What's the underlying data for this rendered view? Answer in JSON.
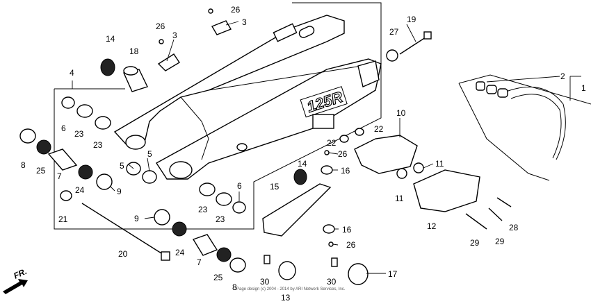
{
  "diagram": {
    "swingarm_decal": "125R",
    "orientation_label": "FR.",
    "copyright": "Page design (c) 2004 - 2014 by ARI Network Services, Inc.",
    "callouts": [
      {
        "num": "1"
      },
      {
        "num": "2"
      },
      {
        "num": "3"
      },
      {
        "num": "3"
      },
      {
        "num": "4"
      },
      {
        "num": "5"
      },
      {
        "num": "5"
      },
      {
        "num": "6"
      },
      {
        "num": "6"
      },
      {
        "num": "7"
      },
      {
        "num": "7"
      },
      {
        "num": "8"
      },
      {
        "num": "8"
      },
      {
        "num": "9"
      },
      {
        "num": "9"
      },
      {
        "num": "10"
      },
      {
        "num": "11"
      },
      {
        "num": "11"
      },
      {
        "num": "12"
      },
      {
        "num": "13"
      },
      {
        "num": "14"
      },
      {
        "num": "14"
      },
      {
        "num": "15"
      },
      {
        "num": "16"
      },
      {
        "num": "16"
      },
      {
        "num": "17"
      },
      {
        "num": "18"
      },
      {
        "num": "19"
      },
      {
        "num": "20"
      },
      {
        "num": "21"
      },
      {
        "num": "22"
      },
      {
        "num": "22"
      },
      {
        "num": "23"
      },
      {
        "num": "23"
      },
      {
        "num": "23"
      },
      {
        "num": "23"
      },
      {
        "num": "24"
      },
      {
        "num": "24"
      },
      {
        "num": "25"
      },
      {
        "num": "25"
      },
      {
        "num": "26"
      },
      {
        "num": "26"
      },
      {
        "num": "26"
      },
      {
        "num": "26"
      },
      {
        "num": "27"
      },
      {
        "num": "28"
      },
      {
        "num": "29"
      },
      {
        "num": "29"
      },
      {
        "num": "30"
      },
      {
        "num": "30"
      }
    ]
  }
}
